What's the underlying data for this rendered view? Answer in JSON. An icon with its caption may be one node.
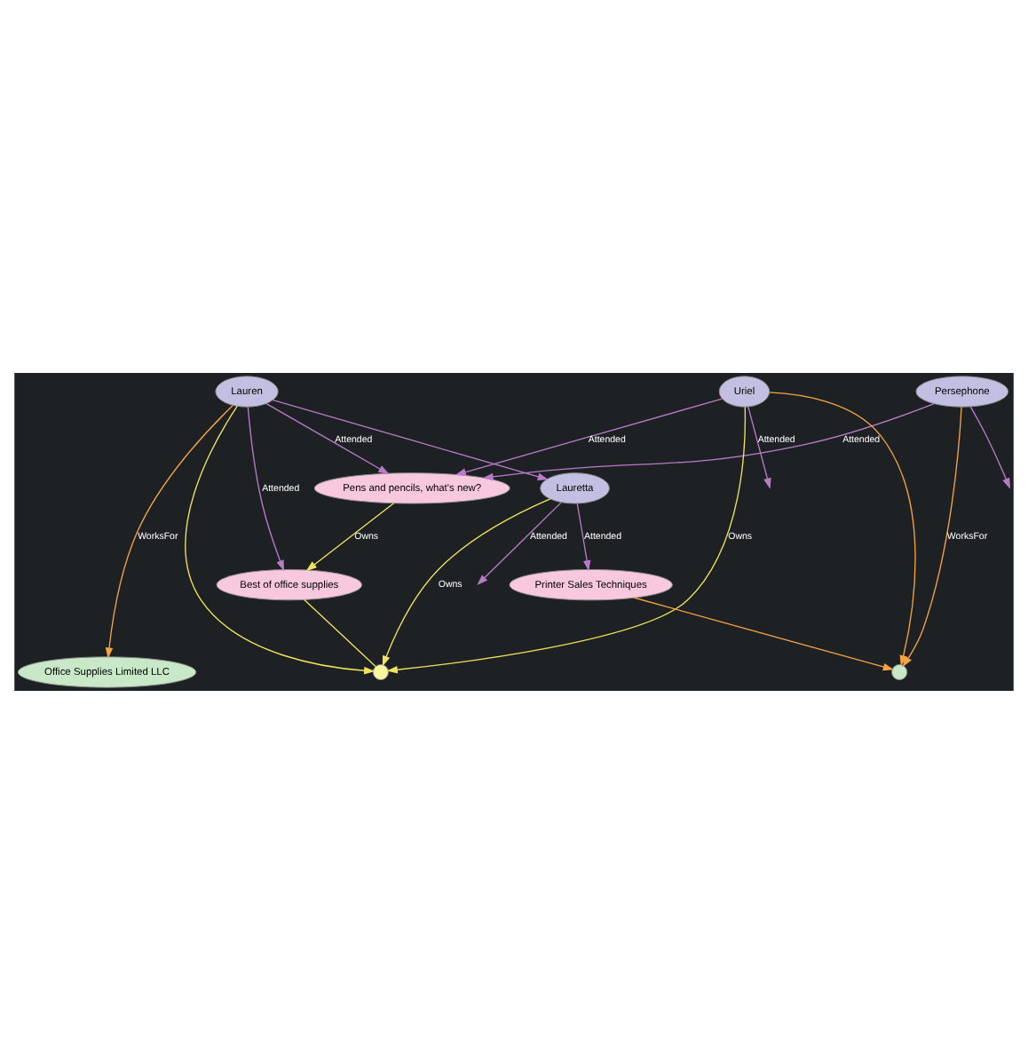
{
  "diagram": {
    "nodes": [
      {
        "text": [
          "Persephone"
        ]
      },
      {
        "text": [
          "Uriel"
        ]
      },
      {
        "text": [
          "Lauren"
        ]
      },
      {
        "text": [
          "Pens and pencils, what's new?"
        ]
      },
      {
        "text": [
          "Lauretta"
        ]
      },
      {
        "text": [
          "Best of office supplies"
        ]
      },
      {
        "text": [
          "Printer Sales Techniques"
        ]
      },
      {
        "text": [],
        "shape": "circle"
      },
      {
        "text": [
          "Office Supplies Limited LLC"
        ]
      },
      {
        "text": [],
        "shape": "circle"
      }
    ],
    "edges": [
      {
        "from": 0,
        "to": 3,
        "arrow": "to",
        "label": "Attended"
      },
      {
        "from": 0,
        "to": null,
        "arrow": "to"
      },
      {
        "from": 1,
        "to": 3,
        "arrow": "to",
        "label": "Attended"
      },
      {
        "from": 2,
        "to": 3,
        "arrow": "to",
        "label": "Attended"
      },
      {
        "from": 2,
        "to": 5,
        "arrow": "to",
        "label": "Attended"
      },
      {
        "from": 2,
        "to": 4,
        "arrow": "to"
      },
      {
        "from": 4,
        "to": null,
        "arrow": "to",
        "label": "Attended"
      },
      {
        "from": 1,
        "to": null,
        "arrow": "to",
        "label": "Attended"
      },
      {
        "from": 4,
        "to": 6,
        "arrow": "to",
        "label": "Attended"
      },
      {
        "from": 3,
        "to": 5,
        "arrow": "to",
        "label": "Owns",
        "color": "#f2e35c"
      },
      {
        "from": 5,
        "to": 7,
        "arrow": "none",
        "color": "#f2e35c"
      },
      {
        "from": 1,
        "to": 7,
        "arrow": "to",
        "label": "Owns",
        "color": "#f2e35c"
      },
      {
        "from": 2,
        "to": 7,
        "arrow": "to",
        "color": "#f2e35c"
      },
      {
        "from": 4,
        "to": 7,
        "arrow": "to",
        "label": "Owns",
        "color": "#f2e35c"
      },
      {
        "from": 0,
        "to": 9,
        "arrow": "to",
        "label": "WorksFor",
        "color": "#f5a442"
      },
      {
        "from": 1,
        "to": 9,
        "arrow": "to",
        "color": "#f5a442"
      },
      {
        "from": 2,
        "to": 8,
        "arrow": "to",
        "label": "WorksFor",
        "color": "#f5a442"
      },
      {
        "from": 6,
        "to": 9,
        "arrow": "to",
        "color": "#f5a442"
      }
    ]
  }
}
